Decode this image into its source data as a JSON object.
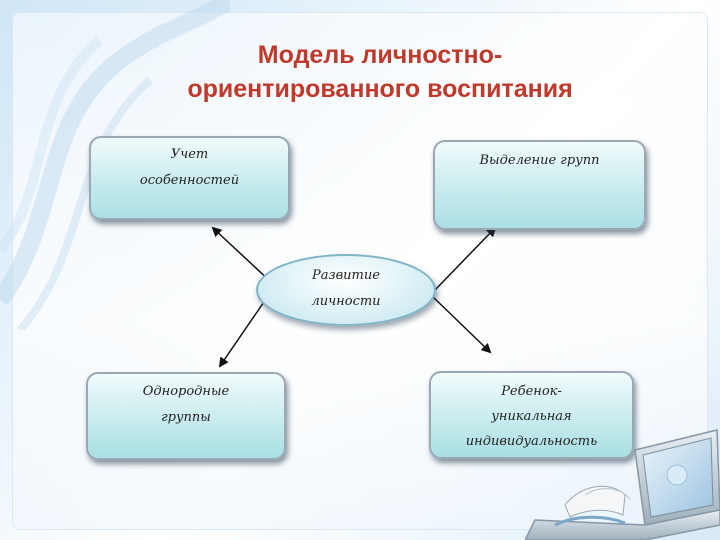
{
  "slide": {
    "title_line1": "Модель личностно-",
    "title_line2": "ориентированного  воспитания"
  },
  "diagram": {
    "center": {
      "line1": "Развитие",
      "line2": "личности"
    },
    "top_left": {
      "line1": "Учет",
      "line2": "особенностей"
    },
    "top_right": {
      "line1": "Выделение групп"
    },
    "bottom_left": {
      "line1": "Однородные",
      "line2": "группы"
    },
    "bottom_right": {
      "line1": "Ребенок-",
      "line2": "уникальная",
      "line3": "индивидуальность"
    }
  },
  "colors": {
    "title": "#c0392b",
    "box_fill": "#a9dfe3",
    "arrow": "#111111"
  }
}
